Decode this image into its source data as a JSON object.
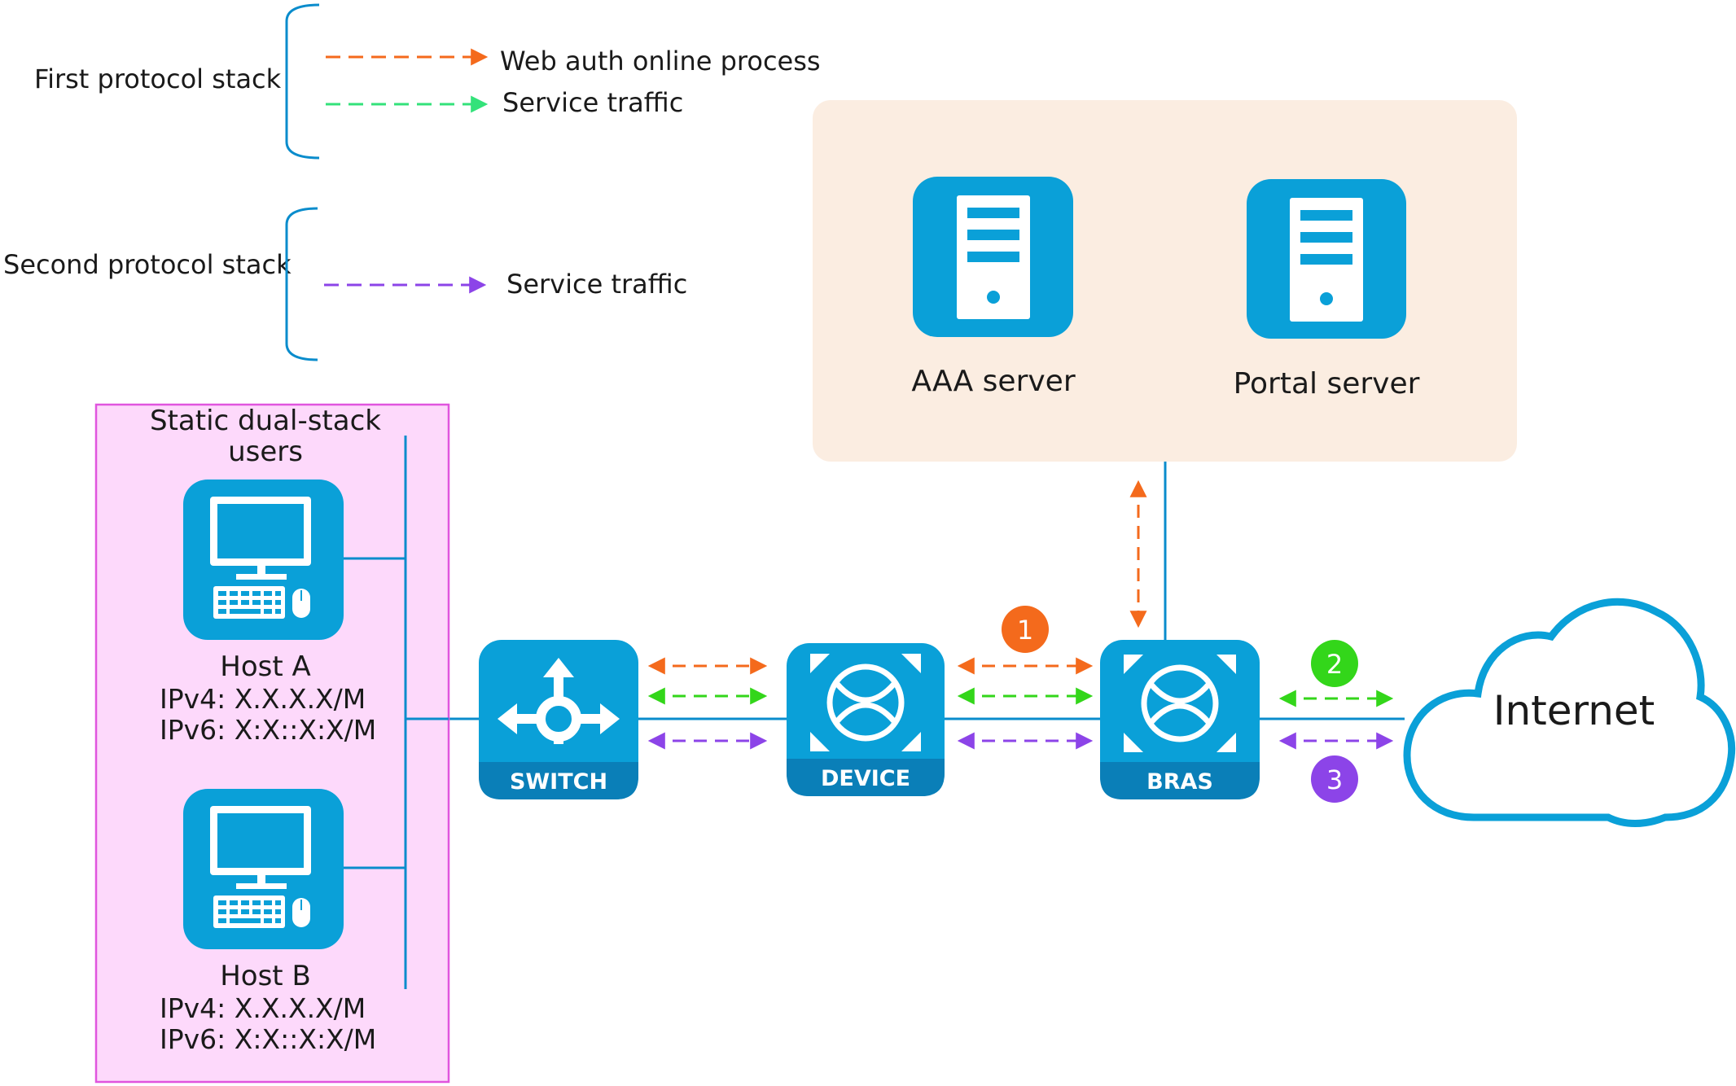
{
  "legend": {
    "first_stack": {
      "label": "First protocol stack",
      "items": [
        {
          "label": "Web auth online process",
          "color": "#f46a1c"
        },
        {
          "label": "Service traffic",
          "color": "#33e27a"
        }
      ]
    },
    "second_stack": {
      "label": "Second protocol stack",
      "items": [
        {
          "label": "Service traffic",
          "color": "#8c44e8"
        }
      ]
    }
  },
  "servers": {
    "aaa_label": "AAA server",
    "portal_label": "Portal server"
  },
  "users": {
    "group_label_line1": "Static dual-stack",
    "group_label_line2": "users",
    "hosts": [
      {
        "name": "Host A",
        "ipv4": "IPv4: X.X.X.X/M",
        "ipv6": "IPv6: X:X::X:X/M"
      },
      {
        "name": "Host B",
        "ipv4": "IPv4: X.X.X.X/M",
        "ipv6": "IPv6: X:X::X:X/M"
      }
    ]
  },
  "devices": {
    "switch_label": "SWITCH",
    "device_label": "DEVICE",
    "bras_label": "BRAS"
  },
  "internet_label": "Internet",
  "steps": [
    {
      "num": "1",
      "color": "#f46a1c"
    },
    {
      "num": "2",
      "color": "#33d61a"
    },
    {
      "num": "3",
      "color": "#8c44e8"
    }
  ],
  "colors": {
    "link": "#0a8ccc",
    "icon": "#0aa0d8",
    "server_panel": "#fbede1",
    "user_box_fill": "#fdd9fb",
    "user_box_border": "#e055de",
    "orange": "#f46a1c",
    "green": "#33d61a",
    "purple": "#8c44e8"
  }
}
